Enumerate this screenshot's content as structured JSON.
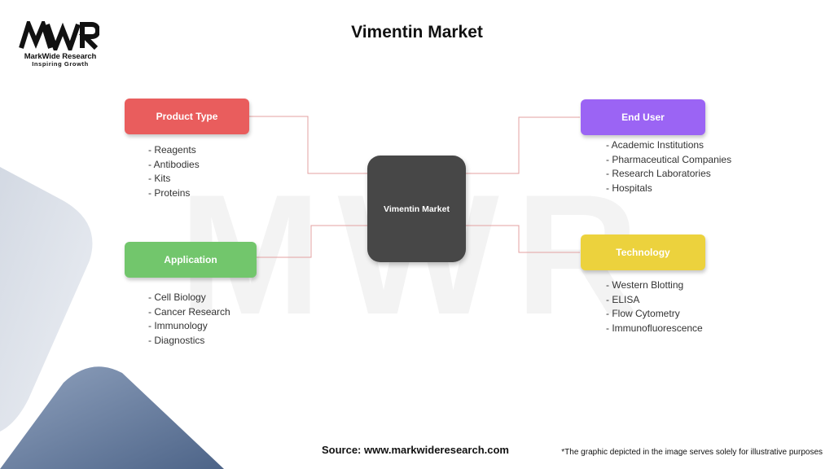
{
  "logo": {
    "name": "MarkWide Research",
    "tagline": "Inspiring Growth",
    "mark_text": "MWR"
  },
  "title": "Vimentin Market",
  "center": {
    "label": "Vimentin Market",
    "color": "#474747"
  },
  "categories": [
    {
      "label": "Product Type",
      "color": "#e95d5d",
      "items": [
        "Reagents",
        "Antibodies",
        "Kits",
        "Proteins"
      ]
    },
    {
      "label": "Application",
      "color": "#72c66c",
      "items": [
        "Cell Biology",
        "Cancer Research",
        "Immunology",
        "Diagnostics"
      ]
    },
    {
      "label": "End User",
      "color": "#9b64f4",
      "items": [
        "Academic Institutions",
        "Pharmaceutical Companies",
        "Research Laboratories",
        "Hospitals"
      ]
    },
    {
      "label": "Technology",
      "color": "#ecd23d",
      "items": [
        "Western Blotting",
        "ELISA",
        "Flow Cytometry",
        "Immunofluorescence"
      ]
    }
  ],
  "footer": {
    "source": "Source: www.markwideresearch.com",
    "disclaimer": "*The graphic depicted in the image serves solely for illustrative purposes"
  },
  "colors": {
    "connector": "#e3a0a0",
    "deco_light": "#dfe4ec",
    "deco_dark": "#6a7f9f"
  }
}
